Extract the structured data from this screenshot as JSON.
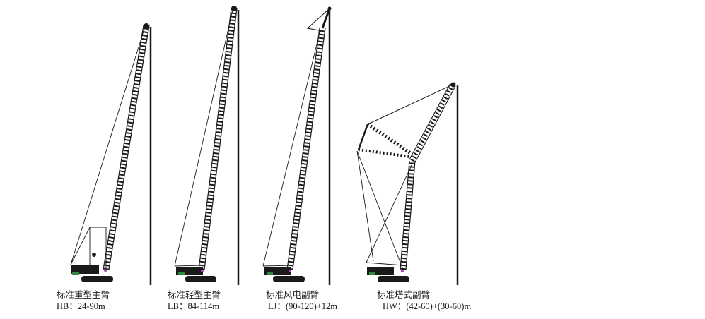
{
  "configurations": [
    {
      "name": "标准重型主臂",
      "code": "HB：24-90m"
    },
    {
      "name": "标准轻型主臂",
      "code": "LB：84-114m"
    },
    {
      "name": "标准风电副臂",
      "code": "LJ：(90-120)+12m"
    },
    {
      "name": "标准塔式副臂",
      "code": "HW：(42-60)+(30-60)m"
    }
  ],
  "colors": {
    "line": "#1a1a1a",
    "counterweight": "#2e8b3e",
    "pivot": "#b040c0"
  }
}
